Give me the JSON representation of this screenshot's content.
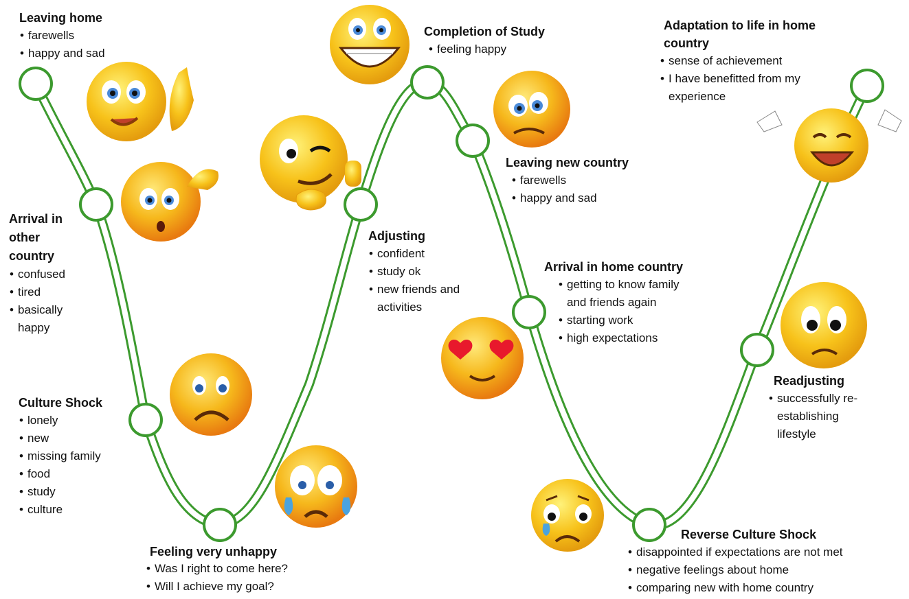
{
  "colors": {
    "curve": "#3c9a2e",
    "node_fill": "#ffffff",
    "emoji_face": "#f7c21a",
    "emoji_edge": "#e49c0e",
    "heart": "#e8192c",
    "tear": "#4aa3df"
  },
  "stages": [
    {
      "title": "Leaving home",
      "points": [
        "farewells",
        "happy and sad"
      ]
    },
    {
      "title": "Arrival in other country",
      "points": [
        "confused",
        "tired",
        "basically happy"
      ]
    },
    {
      "title": "Culture Shock",
      "points": [
        "lonely",
        "new",
        "missing family",
        "food",
        "study",
        "culture"
      ]
    },
    {
      "title": "Feeling very unhappy",
      "points": [
        "Was I right to come here?",
        "Will I achieve my goal?"
      ]
    },
    {
      "title": "Adjusting",
      "points": [
        "confident",
        "study ok",
        "new friends and activities"
      ]
    },
    {
      "title": "Completion of Study",
      "points": [
        "feeling happy"
      ]
    },
    {
      "title": "Leaving new country",
      "points": [
        "farewells",
        "happy and sad"
      ]
    },
    {
      "title": "Arrival in home country",
      "points": [
        "getting to know family and friends again",
        "starting work",
        "high expectations"
      ]
    },
    {
      "title": "Reverse Culture Shock",
      "points": [
        "disappointed if expectations are not met",
        "negative feelings about home",
        "comparing new with home country"
      ]
    },
    {
      "title": "Readjusting",
      "points": [
        "successfully re-establishing lifestyle"
      ]
    },
    {
      "title": "Adaptation to life in home country",
      "points": [
        "sense of achievement",
        "I have benefitted from my experience"
      ]
    }
  ],
  "emojis": [
    "waving-emoji",
    "confused-emoji",
    "sad-emoji",
    "crying-emoji",
    "winking-emoji",
    "grinning-emoji",
    "teary-emoji",
    "heart-eyes-emoji",
    "sobbing-emoji",
    "worried-emoji",
    "laughing-emoji"
  ]
}
